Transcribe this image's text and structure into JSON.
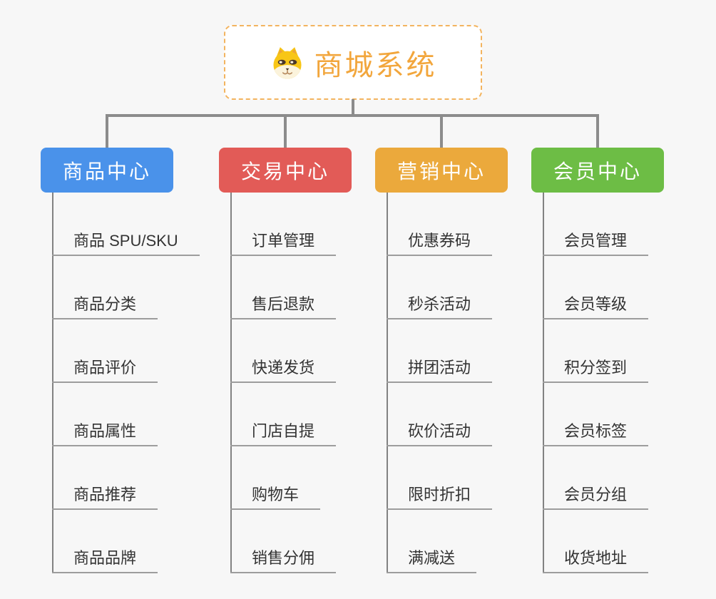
{
  "root": {
    "title": "商城系统",
    "icon": "dog-face-icon",
    "title_color": "#F2A63C",
    "border_color": "#F3B45F"
  },
  "branches": [
    {
      "label": "商品中心",
      "color": "#4A92EA",
      "children": [
        "商品 SPU/SKU",
        "商品分类",
        "商品评价",
        "商品属性",
        "商品推荐",
        "商品品牌"
      ]
    },
    {
      "label": "交易中心",
      "color": "#E25B57",
      "children": [
        "订单管理",
        "售后退款",
        "快递发货",
        "门店自提",
        "购物车",
        "销售分佣"
      ]
    },
    {
      "label": "营销中心",
      "color": "#EBA93C",
      "children": [
        "优惠券码",
        "秒杀活动",
        "拼团活动",
        "砍价活动",
        "限时折扣",
        "满减送"
      ]
    },
    {
      "label": "会员中心",
      "color": "#6DBD45",
      "children": [
        "会员管理",
        "会员等级",
        "积分签到",
        "会员标签",
        "会员分组",
        "收货地址"
      ]
    }
  ],
  "colors": {
    "background": "#F7F7F7",
    "connector": "#8C8C8C",
    "leaf_line": "#9D9D9D",
    "leaf_text": "#333333"
  }
}
